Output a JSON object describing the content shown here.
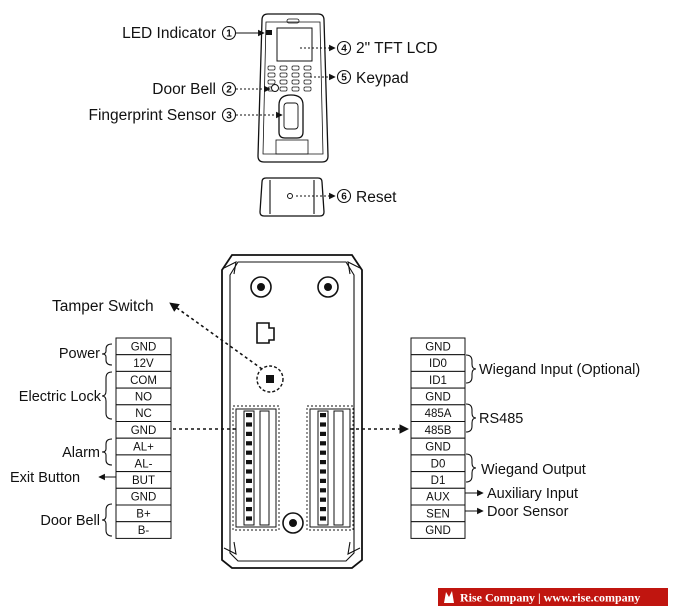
{
  "device_callouts": [
    {
      "num": "1",
      "label": "LED Indicator"
    },
    {
      "num": "2",
      "label": "Door Bell"
    },
    {
      "num": "3",
      "label": "Fingerprint Sensor"
    },
    {
      "num": "4",
      "label": "2\" TFT LCD"
    },
    {
      "num": "5",
      "label": "Keypad"
    },
    {
      "num": "6",
      "label": "Reset"
    }
  ],
  "board": {
    "tamper_label": "Tamper Switch"
  },
  "left_terminals": [
    "GND",
    "12V",
    "COM",
    "NO",
    "NC",
    "GND",
    "AL+",
    "AL-",
    "BUT",
    "GND",
    "B+",
    "B-"
  ],
  "left_groups": [
    {
      "label": "Power"
    },
    {
      "label": "Electric Lock"
    },
    {
      "label": "Alarm"
    },
    {
      "label": "Exit Button"
    },
    {
      "label": "Door Bell"
    }
  ],
  "right_terminals": [
    "GND",
    "ID0",
    "ID1",
    "GND",
    "485A",
    "485B",
    "GND",
    "D0",
    "D1",
    "AUX",
    "SEN",
    "GND"
  ],
  "right_groups": [
    {
      "label": "Wiegand  Input (Optional)"
    },
    {
      "label": "RS485"
    },
    {
      "label": "Wiegand Output"
    },
    {
      "label": "Auxiliary Input"
    },
    {
      "label": "Door Sensor"
    }
  ],
  "footer": {
    "brand": "Rise Company | www.rise.company",
    "brand_color": "#c0150f"
  }
}
